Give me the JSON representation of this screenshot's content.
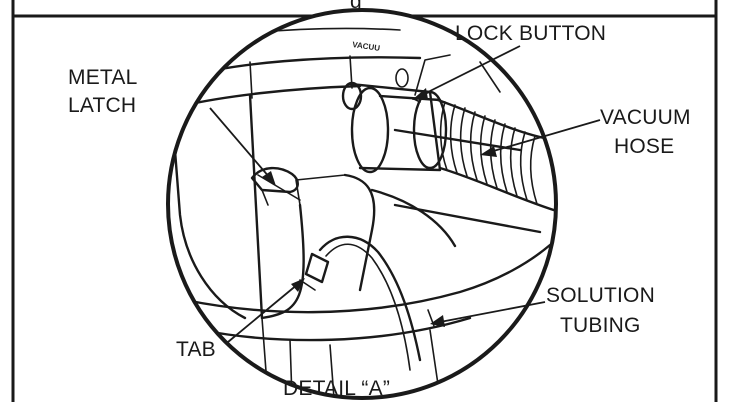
{
  "figure": {
    "caption": "DETAIL “A”",
    "top_text_fragment": "g",
    "stamp_text": "VACUU"
  },
  "labels": {
    "lock_button": "LOCK BUTTON",
    "metal_latch_line1": "METAL",
    "metal_latch_line2": "LATCH",
    "vacuum_hose_line1": "VACUUM",
    "vacuum_hose_line2": "HOSE",
    "solution_tubing_line1": "SOLUTION",
    "solution_tubing_line2": "TUBING",
    "tab": "TAB"
  }
}
